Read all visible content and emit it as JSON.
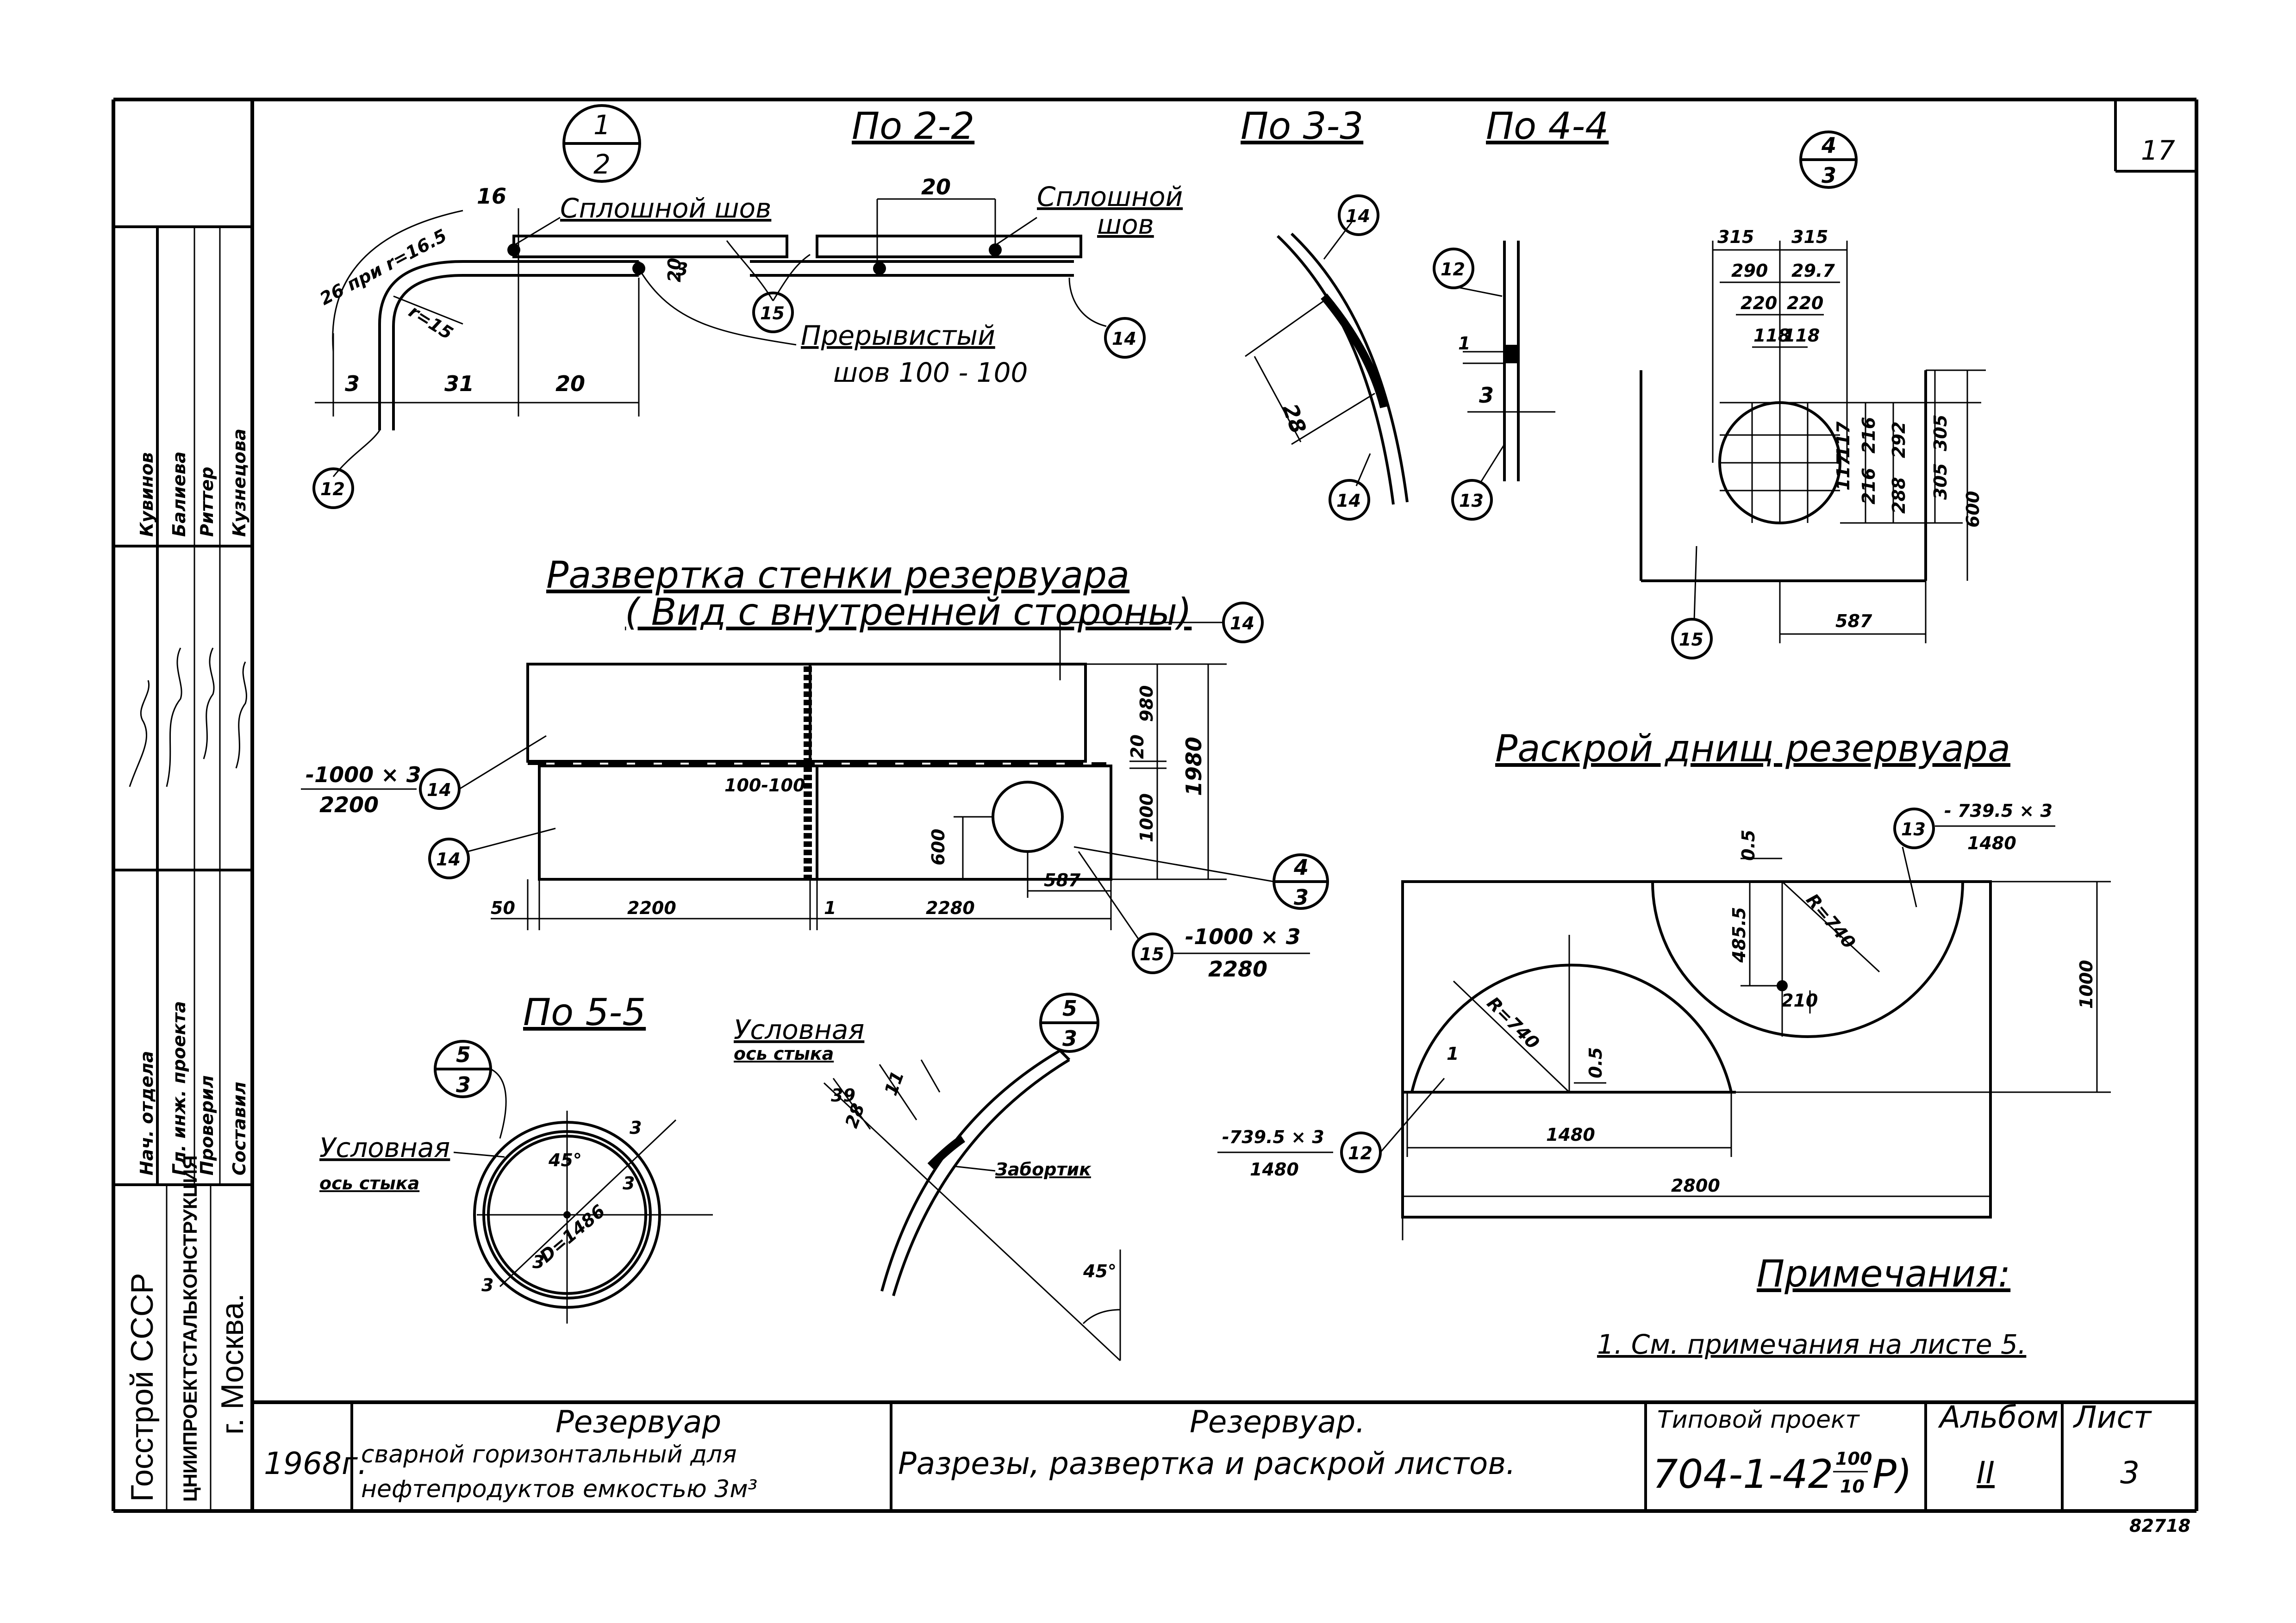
{
  "sheet_number": "17",
  "sections": {
    "sec22": "По 2-2",
    "sec33": "По 3-3",
    "sec44": "По 4-4",
    "sec55": "По 5-5"
  },
  "callout_1_2": {
    "top": "1",
    "bottom": "2"
  },
  "callout_4_3": {
    "top": "4",
    "bottom": "3"
  },
  "callout_5_3": {
    "top": "5",
    "bottom": "3"
  },
  "weld_labels": {
    "solid1": "Сплошной шов",
    "solid2_a": "Сплошной",
    "solid2_b": "шов",
    "intermittent_a": "Прерывистый",
    "intermittent_b": "шов 100 - 100",
    "conventional_a": "Условная",
    "conventional_b": "ось стыка",
    "conventional2_a": "Условная",
    "conventional2_b": "ось стыка",
    "bevel": "Забортик"
  },
  "dims_22": {
    "d16": "16",
    "d20a": "20",
    "d3a": "3",
    "d31": "31",
    "d20b": "20",
    "d20c": "20",
    "d3b": "3",
    "arc": "26 при r=16.5",
    "r15": "r=15"
  },
  "dims_33": {
    "d28": "28"
  },
  "dims_44": {
    "d1": "1",
    "d3": "3"
  },
  "dims_hole": {
    "d315a": "315",
    "d315b": "315",
    "d290a": "290",
    "d290b": "29.7",
    "d220a": "220",
    "d220b": "220",
    "d118a": "118",
    "d118b": "118",
    "d117a": "117",
    "d117b": "117",
    "d216a": "216",
    "d216b": "216",
    "d292": "292",
    "d288": "288",
    "d305a": "305",
    "d305b": "305",
    "d600": "600",
    "d587": "587"
  },
  "development": {
    "title": "Развертка стенки резервуара",
    "subtitle": "( Вид с внутренней стороны)",
    "spec14_top": "-1000 × 3",
    "spec14_bottom": "2200",
    "spec15_top": "-1000 × 3",
    "spec15_bottom": "2280",
    "d100_100": "100-100",
    "d50": "50",
    "d2200": "2200",
    "d1": "1",
    "d2280": "2280",
    "d600": "600",
    "d587": "587",
    "d20": "20",
    "d980": "980",
    "d1000": "1000",
    "d1980": "1980"
  },
  "bottoms": {
    "title": "Раскрой днищ резервуара",
    "spec13_top": "- 739.5 × 3",
    "spec13_bottom": "1480",
    "spec12_top": "-739.5 × 3",
    "spec12_bottom": "1480",
    "d05a": "0.5",
    "d4855": "485.5",
    "r740a": "R=740",
    "d210": "210",
    "d1000": "1000",
    "r740b": "R=740",
    "d05b": "0.5",
    "d1480": "1480",
    "d2800": "2800"
  },
  "sec55_dims": {
    "d3a": "3",
    "d3b": "3",
    "d3c": "3",
    "d3d": "3",
    "a45": "45°",
    "diam": "D=1486"
  },
  "detail53": {
    "d39": "39",
    "d28": "28",
    "d11": "11",
    "a45": "45°"
  },
  "part_numbers": {
    "p12a": "12",
    "p15a": "15",
    "p14a": "14",
    "p14b": "14",
    "p14c": "14",
    "p12b": "12",
    "p13a": "13",
    "p15b": "15",
    "p14d": "14",
    "p14e": "14",
    "p14f": "14",
    "p15c": "15",
    "p13b": "13",
    "p12c": "12",
    "p1": "1"
  },
  "notes": {
    "title": "Примечания:",
    "text": "1. См. примечания на листе 5."
  },
  "side_block": {
    "org1": "Госстрой СССР",
    "org2": "ЦНИИПРОЕКТСТАЛЬКОНСТРУКЦИЯ",
    "org3": "г. Москва.",
    "roles": [
      "Нач. отдела",
      "Гл. инж. проекта",
      "Проверил",
      "Составил"
    ],
    "names": [
      "Кувинов",
      "Балиева",
      "Риттер",
      "Кузнецова"
    ]
  },
  "title_block": {
    "year": "1968г.",
    "object_1": "Резервуар",
    "object_2": "сварной горизонтальный для",
    "object_3": "нефтепродуктов емкостью 3м³",
    "sheet_title_1": "Резервуар.",
    "sheet_title_2": "Разрезы, развертка и раскрой листов.",
    "project_label": "Типовой проект",
    "project_number": "704-1-42",
    "project_frac_top": "100",
    "project_frac_bottom": "10",
    "project_suffix": "Р)",
    "album_label": "Альбом",
    "album_value": "II",
    "sheet_label": "Лист",
    "sheet_value": "3"
  },
  "archive_number": "82718"
}
